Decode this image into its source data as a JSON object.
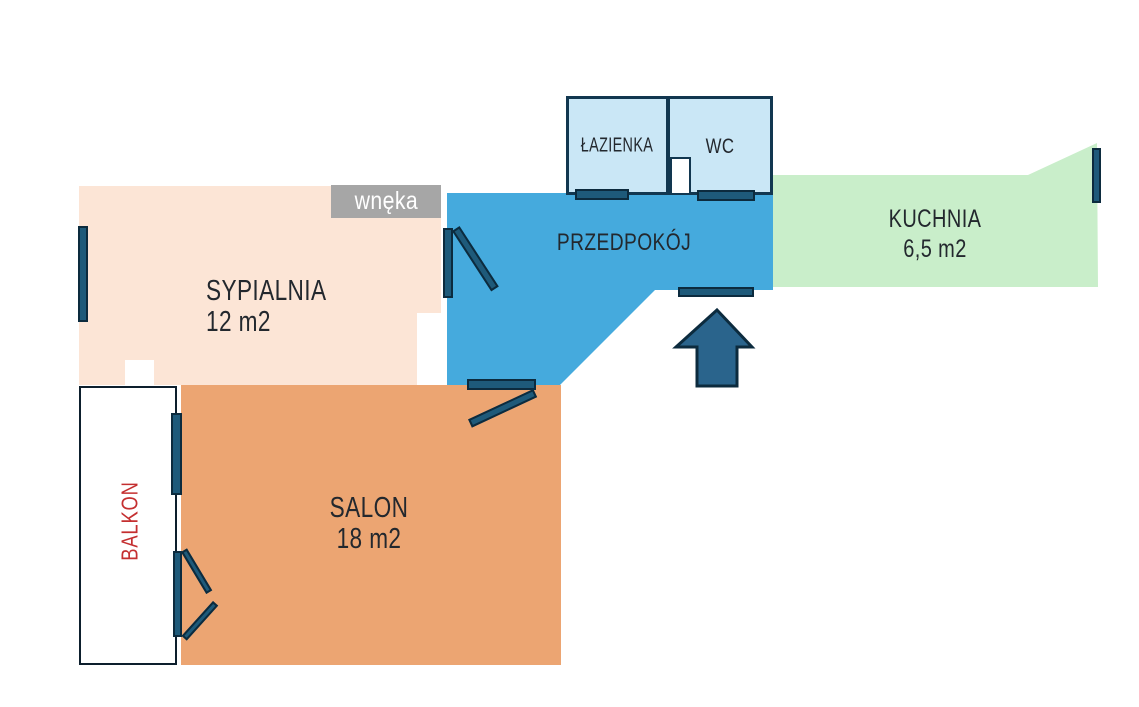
{
  "plan": {
    "rooms": {
      "sypialnia": {
        "label": "SYPIALNIA",
        "area": "12 m2"
      },
      "salon": {
        "label": "SALON",
        "area": "18 m2"
      },
      "kuchnia": {
        "label": "KUCHNIA",
        "area": "6,5 m2"
      },
      "przedpokoj": {
        "label": "PRZEDPOKÓJ"
      },
      "lazienka": {
        "label": "ŁAZIENKA"
      },
      "wc": {
        "label": "WC"
      },
      "balkon": {
        "label": "BALKON"
      },
      "wneka": {
        "label": "wnęka"
      }
    },
    "colors": {
      "sypialnia": "#fce5d6",
      "salon": "#eca572",
      "przedpokoj": "#45aadd",
      "kuchnia": "#c9eeca",
      "lazienka_wc": "#cae7f6",
      "wneka": "#a6a6a6",
      "balkon_text": "#c42f30",
      "walls_doors": "#1e5a7a",
      "arrow": "#2a648c"
    }
  }
}
